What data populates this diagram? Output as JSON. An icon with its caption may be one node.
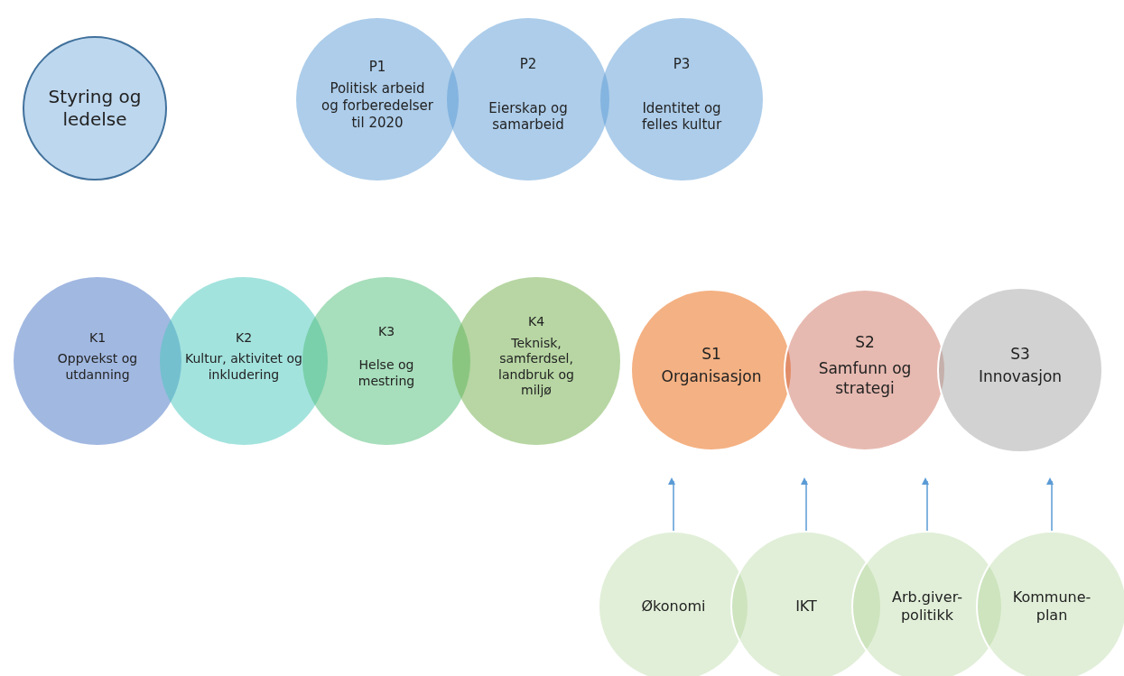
{
  "diagram": {
    "nodes": [
      {
        "text": [
          "Styring og ledelse"
        ]
      },
      {
        "text": [
          "P1",
          "Politisk arbeid og forberedelser til 2020"
        ]
      },
      {
        "text": [
          "P2",
          "Eierskap og samarbeid"
        ]
      },
      {
        "text": [
          "P3",
          "Identitet og felles kultur"
        ]
      },
      {
        "text": [
          "K1",
          "Oppvekst og utdanning"
        ]
      },
      {
        "text": [
          "K2",
          "Kultur, aktivitet og inkludering"
        ]
      },
      {
        "text": [
          "K3",
          "Helse og mestring"
        ]
      },
      {
        "text": [
          "K4",
          "Teknisk, samferdsel, landbruk og miljø"
        ]
      },
      {
        "text": [
          "S1",
          "Organisasjon"
        ]
      },
      {
        "text": [
          "S2",
          "Samfunn og strategi"
        ]
      },
      {
        "text": [
          "S3",
          "Innovasjon"
        ]
      },
      {
        "text": [
          "Økonomi"
        ]
      },
      {
        "text": [
          "IKT"
        ]
      },
      {
        "text": [
          "Arb.giver- politikk"
        ]
      },
      {
        "text": [
          "Kommune- plan"
        ]
      }
    ],
    "edges": [
      {
        "from": 11,
        "to": null,
        "arrow": "to"
      },
      {
        "from": 12,
        "to": null,
        "arrow": "to"
      },
      {
        "from": 13,
        "to": null,
        "arrow": "to"
      },
      {
        "from": 14,
        "to": null,
        "arrow": "to"
      }
    ]
  }
}
